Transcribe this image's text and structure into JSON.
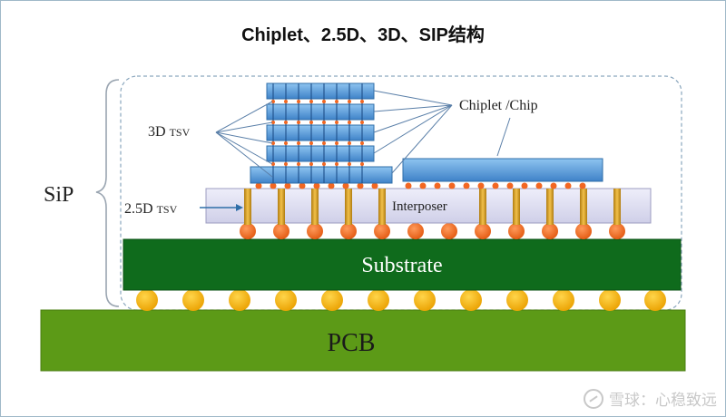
{
  "title": "Chiplet、2.5D、3D、SIP结构",
  "labels": {
    "sip": "SiP",
    "tsv_3d_prefix": "3D",
    "tsv_3d_suffix": "TSV",
    "tsv_25d_prefix": "2.5D",
    "tsv_25d_suffix": "TSV",
    "chiplet": "Chiplet /Chip",
    "interposer": "Interposer",
    "substrate": "Substrate",
    "pcb": "PCB"
  },
  "watermark": "雪球：心稳致远",
  "colors": {
    "chip_blue": "#5b9bd5",
    "interposer": "#dcdcf0",
    "substrate": "#0f6b1c",
    "pcb": "#5c9a17",
    "bump_orange": "#f26722",
    "ball_yellow": "#f7b400",
    "tsv_gold": "#d9a21b",
    "bracket": "#9aa5b1",
    "dashed_border": "#8aa6bd"
  }
}
